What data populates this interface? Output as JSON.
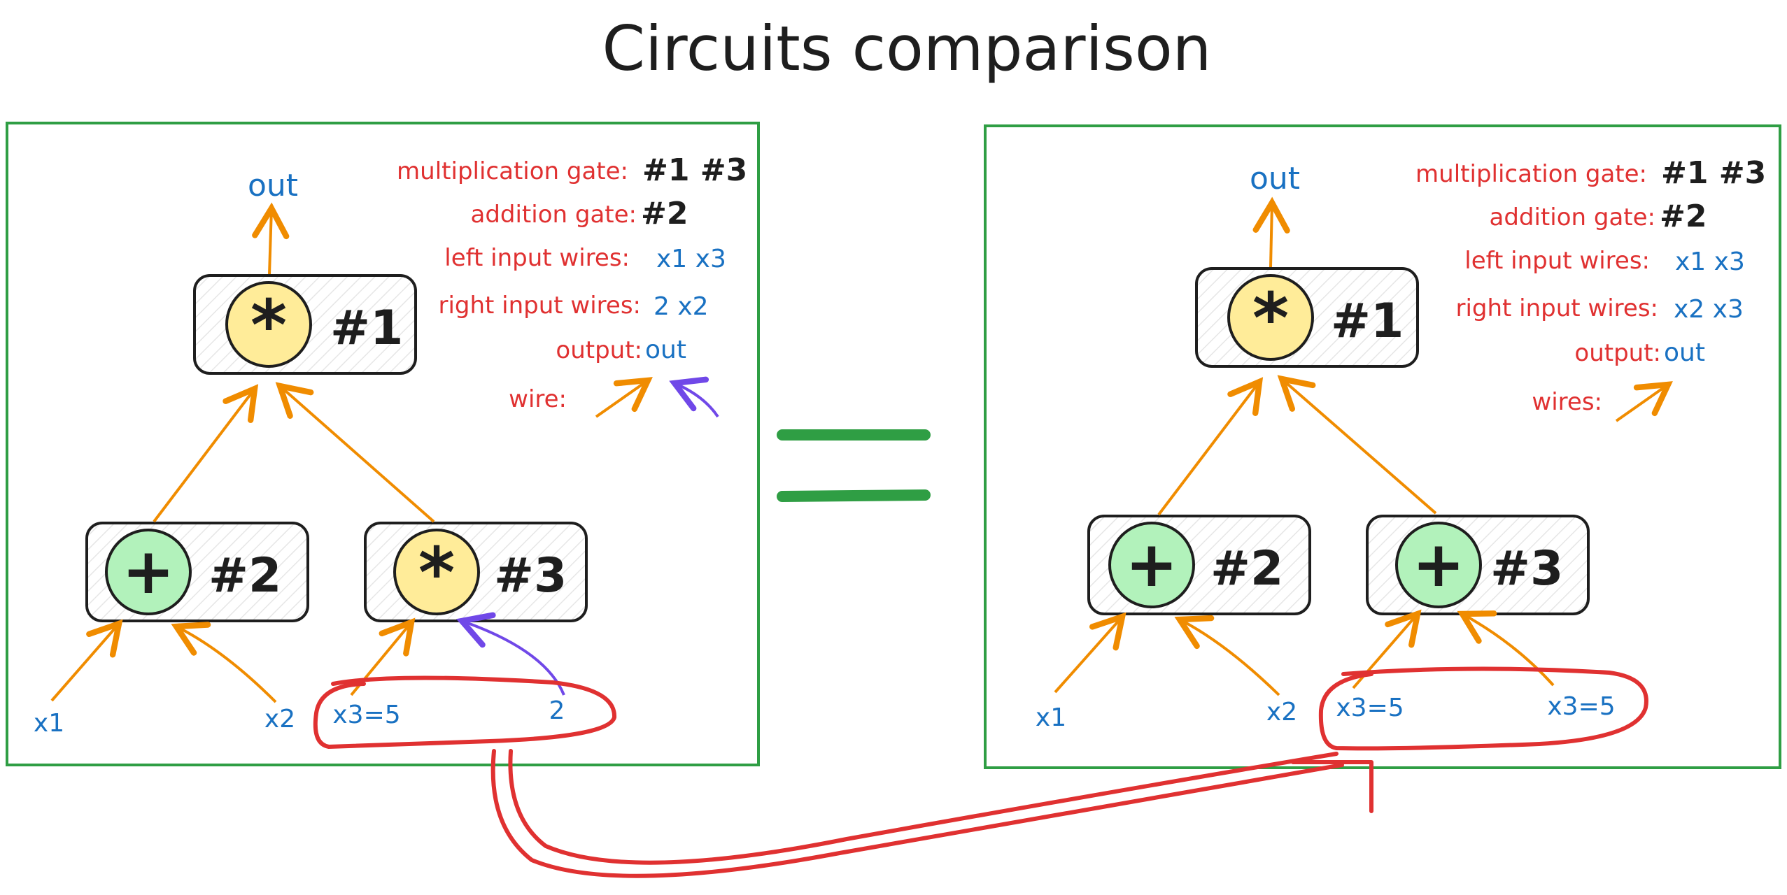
{
  "title": "Circuits comparison",
  "equals_sign": "=",
  "colors": {
    "frame": "#2f9e44",
    "wire": "#f08c00",
    "special_wire": "#7048e8",
    "highlight": "#e03131",
    "mult_gate_fill": "#ffec99",
    "add_gate_fill": "#b2f2bb",
    "label_blue": "#1971c2",
    "label_red": "#e03131"
  },
  "left_circuit": {
    "output": "out",
    "gates": [
      {
        "id": "#1",
        "type": "multiplication",
        "symbol": "*"
      },
      {
        "id": "#2",
        "type": "addition",
        "symbol": "+"
      },
      {
        "id": "#3",
        "type": "multiplication",
        "symbol": "*"
      }
    ],
    "inputs": {
      "x1": "x1",
      "x2": "x2",
      "x3": "x3=5",
      "const": "2"
    },
    "legend": {
      "mult_label": "multiplication gate:",
      "mult_value": "#1 #3",
      "add_label": "addition gate:",
      "add_value": "#2",
      "left_label": "left input wires:",
      "left_value": "x1 x3",
      "right_label": "right input wires:",
      "right_value": "2  x2",
      "output_label": "output:",
      "output_value": "out",
      "wire_label": "wire:"
    }
  },
  "right_circuit": {
    "output": "out",
    "gates": [
      {
        "id": "#1",
        "type": "multiplication",
        "symbol": "*"
      },
      {
        "id": "#2",
        "type": "addition",
        "symbol": "+"
      },
      {
        "id": "#3",
        "type": "addition",
        "symbol": "+"
      }
    ],
    "inputs": {
      "x1": "x1",
      "x2": "x2",
      "x3a": "x3=5",
      "x3b": "x3=5"
    },
    "legend": {
      "mult_label": "multiplication gate:",
      "mult_value": "#1 #3",
      "add_label": "addition gate:",
      "add_value": "#2",
      "left_label": "left input wires:",
      "left_value": "x1 x3",
      "right_label": "right input wires:",
      "right_value": "x2 x3",
      "output_label": "output:",
      "output_value": "out",
      "wire_label": "wires:"
    }
  }
}
